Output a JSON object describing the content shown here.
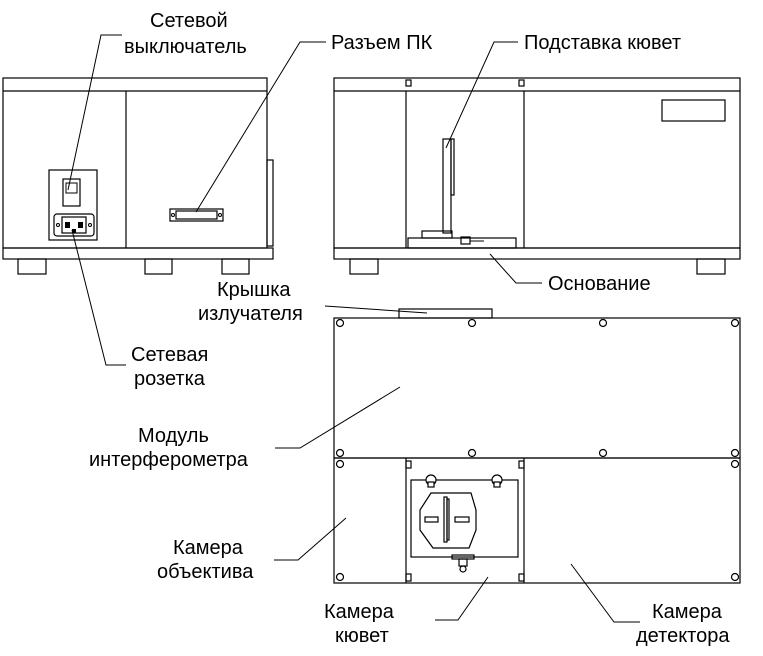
{
  "labels": {
    "power_switch": [
      "Сетевой",
      "выключатель"
    ],
    "pc_connector": "Разъем ПК",
    "cuvette_stand": "Подставка кювет",
    "base": "Основание",
    "emitter_cover": [
      "Крышка",
      "излучателя"
    ],
    "power_socket": [
      "Сетевая",
      "розетка"
    ],
    "interferometer_module": [
      "Модуль",
      "интерферометра"
    ],
    "lens_chamber": [
      "Камера",
      "объектива"
    ],
    "cuvette_chamber": [
      "Камера",
      "кювет"
    ],
    "detector_chamber": [
      "Камера",
      "детектора"
    ]
  },
  "colors": {
    "line": "#000000",
    "background": "#ffffff"
  }
}
